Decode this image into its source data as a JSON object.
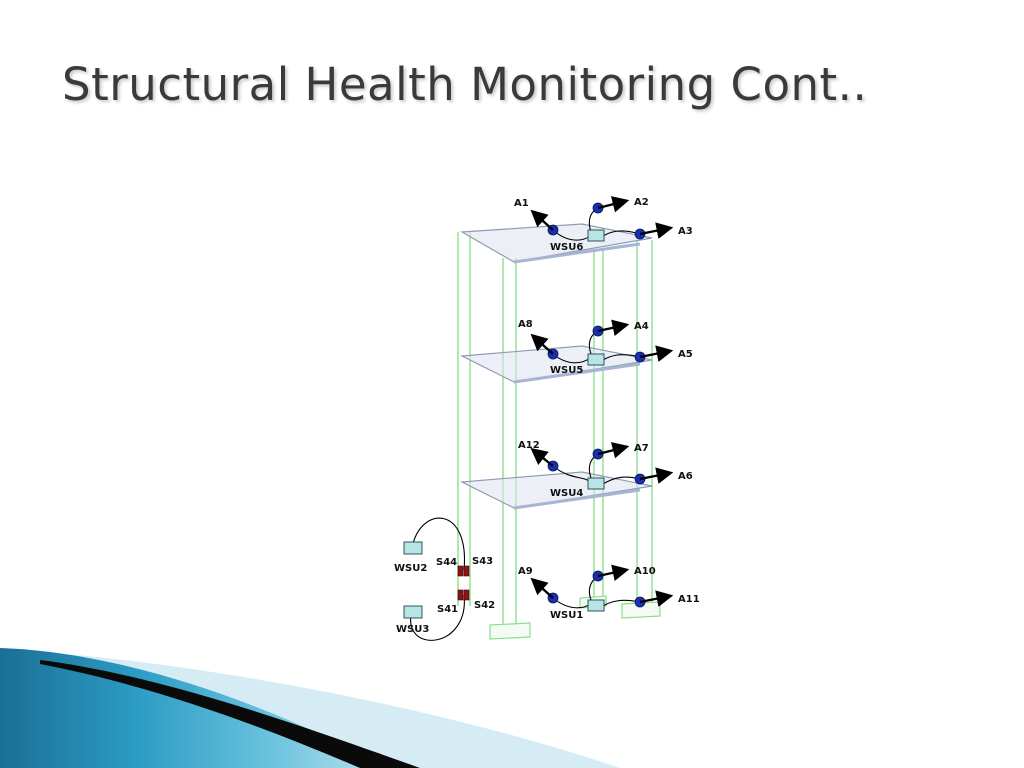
{
  "slide": {
    "title": "Structural Health Monitoring Cont.."
  },
  "diagram": {
    "accelerometers": [
      "A1",
      "A2",
      "A3",
      "A4",
      "A5",
      "A6",
      "A7",
      "A8",
      "A9",
      "A10",
      "A11",
      "A12"
    ],
    "wireless_units": [
      "WSU1",
      "WSU2",
      "WSU3",
      "WSU4",
      "WSU5",
      "WSU6"
    ],
    "strain_gauges": [
      "S41",
      "S42",
      "S43",
      "S44"
    ]
  },
  "colors": {
    "frame_green": "#8be08b",
    "sensor_blue": "#1a2fb0",
    "strain_red": "#8c1414",
    "wave_teal": "#1d7fa8",
    "title_gray": "#3a3a3a"
  }
}
